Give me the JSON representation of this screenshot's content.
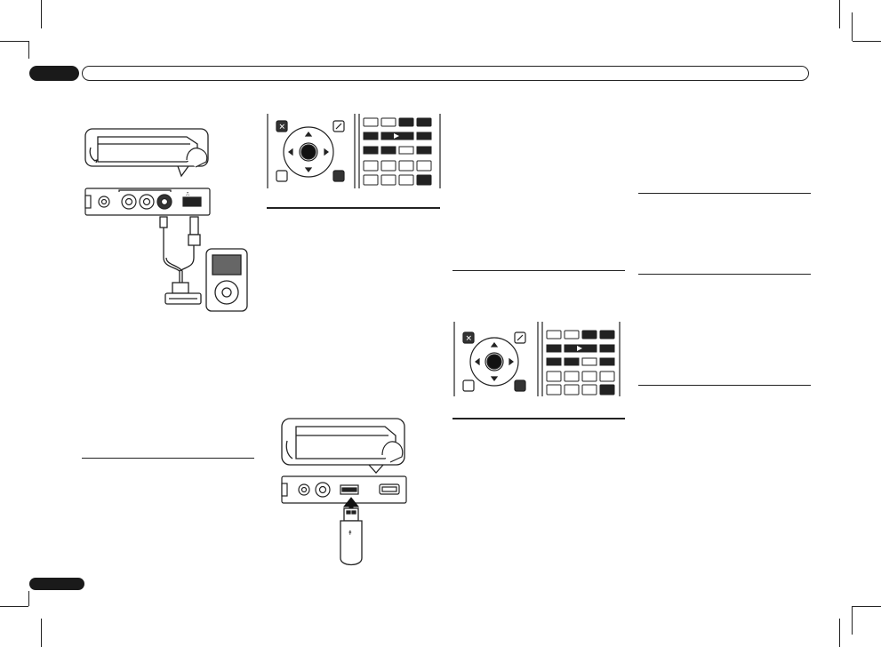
{
  "page": {
    "header_tab_label": "",
    "footer_tab_label": ""
  },
  "figures": [
    {
      "name": "ipod-connection-diagram"
    },
    {
      "name": "remote-control-navigation-1"
    },
    {
      "name": "usb-connection-diagram"
    },
    {
      "name": "remote-control-navigation-2"
    }
  ],
  "icons": {
    "usb": "usb-icon",
    "play": "play-icon",
    "pause": "pause-icon",
    "stop": "stop-icon",
    "prev": "previous-icon",
    "next": "next-icon",
    "rewind": "rewind-icon",
    "fast_forward": "fast-forward-icon",
    "repeat": "repeat-icon",
    "shuffle": "shuffle-icon"
  }
}
